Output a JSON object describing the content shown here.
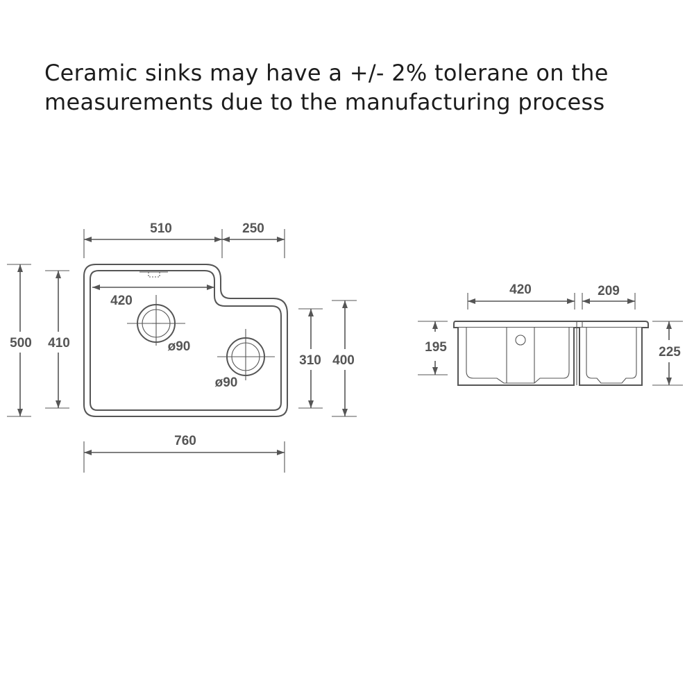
{
  "note": {
    "line1": "Ceramic sinks may have a +/- 2% tolerane on the",
    "line2": "measurements due to the manufacturing process"
  },
  "plan_view": {
    "top_left_width": "510",
    "top_right_width": "250",
    "inner_left_width": "420",
    "overall_width": "760",
    "overall_depth": "500",
    "inner_depth_left": "410",
    "inner_depth_right": "310",
    "overall_depth_right": "400",
    "waste_left": "ø90",
    "waste_right": "ø90"
  },
  "section_view": {
    "left_bowl_width": "420",
    "right_bowl_width": "209",
    "left_bowl_depth": "195",
    "overall_height": "225"
  },
  "colors": {
    "line": "#555555",
    "text": "#1c1c1c"
  }
}
